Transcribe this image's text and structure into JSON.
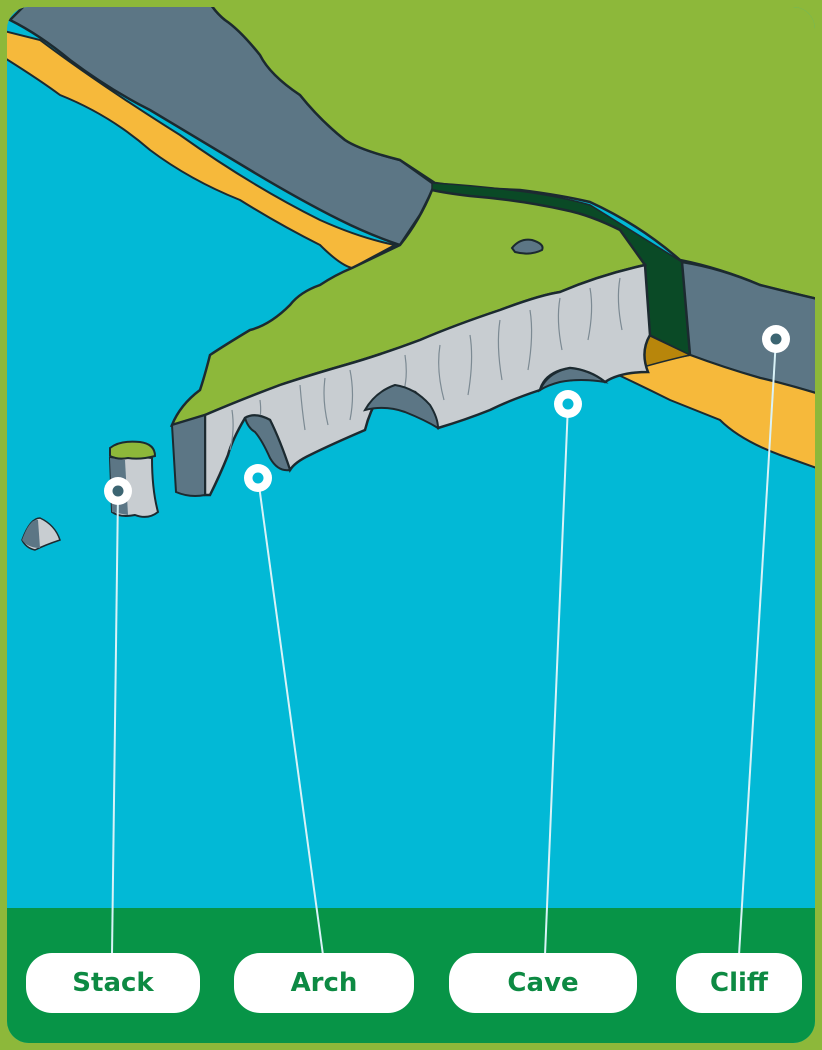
{
  "colors": {
    "frame": "#8db83a",
    "sea": "#02b9d6",
    "grass": "#8db83a",
    "dark_grass": "#0a4a26",
    "beach": "#f6b93b",
    "cliff_rock": "#5c7685",
    "chalk": "#c8cdd1",
    "footer": "#079447",
    "label_text": "#0d8a43"
  },
  "labels": {
    "stack": "Stack",
    "arch": "Arch",
    "cave": "Cave",
    "cliff": "Cliff"
  },
  "icons": [
    "marker-icon"
  ]
}
